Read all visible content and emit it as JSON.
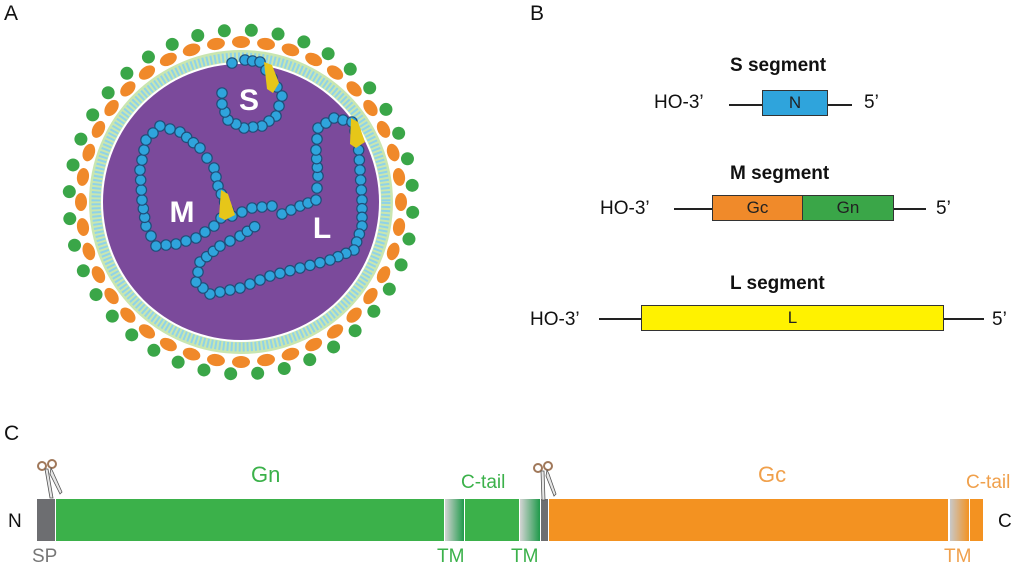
{
  "panels": {
    "a": {
      "label": "A",
      "segment_labels": [
        "S",
        "M",
        "L"
      ],
      "colors": {
        "core": "#7b4a9b",
        "bead": "#2fa4dc",
        "bead_outline": "#1f4e79",
        "polymerase": "#e6c619",
        "membrane": "#8fd3e8",
        "glycoprotein_orange": "#f0892a",
        "glycoprotein_green": "#3aa648"
      }
    },
    "b": {
      "label": "B",
      "segments": [
        {
          "title": "S segment",
          "left_end": "HO-3’",
          "right_end": "5’",
          "genes": [
            {
              "name": "N",
              "color": "#2fa4dc"
            }
          ]
        },
        {
          "title": "M segment",
          "left_end": "HO-3’",
          "right_end": "5’",
          "genes": [
            {
              "name": "Gc",
              "color": "#f08a2a"
            },
            {
              "name": "Gn",
              "color": "#3aa648"
            }
          ]
        },
        {
          "title": "L segment",
          "left_end": "HO-3’",
          "right_end": "5’",
          "genes": [
            {
              "name": "L",
              "color": "#fff200"
            }
          ]
        }
      ]
    },
    "c": {
      "label": "C",
      "n_terminus": "N",
      "c_terminus": "C",
      "gn_title": "Gn",
      "gc_title": "Gc",
      "gn_ctail": "C-tail",
      "gc_ctail": "C-tail",
      "sp_label": "SP",
      "tm_labels": [
        "TM",
        "TM",
        "TM"
      ],
      "colors": {
        "gn": "#3bb14a",
        "gc": "#f39221",
        "sp": "#6d6e71",
        "gn_text": "#3bb14a",
        "gc_text": "#f0a04b",
        "sp_text": "#777777"
      },
      "icons": [
        "scissors-icon",
        "scissors-icon"
      ]
    }
  }
}
